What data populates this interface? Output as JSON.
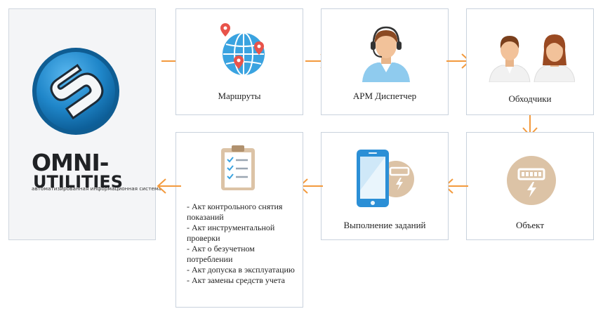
{
  "logo": {
    "brand_line1": "OMNI-",
    "brand_line2": "UTILITIES",
    "subtitle": "автоматизированная информационная система"
  },
  "steps": [
    {
      "label": "Маршруты",
      "icon": "globe-pins-icon"
    },
    {
      "label": "АРМ Диспетчер",
      "icon": "dispatcher-headset-icon"
    },
    {
      "label": "Обходчики",
      "icon": "inspectors-icon"
    },
    {
      "label": "Объект",
      "icon": "electric-meter-icon"
    },
    {
      "label": "Выполнение заданий",
      "icon": "mobile-phone-meter-icon"
    }
  ],
  "documents": {
    "icon": "checklist-clipboard-icon",
    "items": [
      "- Акт контрольного снятия показаний",
      "- Акт инструментальной проверки",
      "- Акт о безучетном потреблении",
      "- Акт допуска в эксплуатацию",
      "- Акт замены средств учета"
    ]
  },
  "colors": {
    "arrow": "#f39a3d",
    "globe": "#3aa3e0",
    "pin": "#e8534a",
    "meter_circle": "#dcc3a6",
    "box_border": "#c9d2dd"
  }
}
